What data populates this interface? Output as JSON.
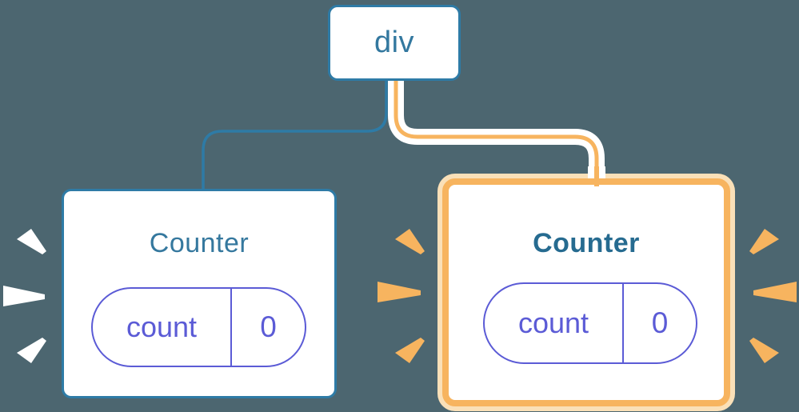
{
  "diagram": {
    "root": {
      "label": "div"
    },
    "left_counter": {
      "title": "Counter",
      "state_key": "count",
      "state_value": "0"
    },
    "right_counter": {
      "title": "Counter",
      "state_key": "count",
      "state_value": "0"
    }
  },
  "colors": {
    "background": "#4c6670",
    "blue": "#2e7ba6",
    "blue_text": "#33789f",
    "title_left": "#35789e",
    "title_right": "#266b90",
    "orange": "#f7b45f",
    "orange_pale": "#fae0b8",
    "purple": "#5b5bd6",
    "card_bg": "#ffffff"
  }
}
